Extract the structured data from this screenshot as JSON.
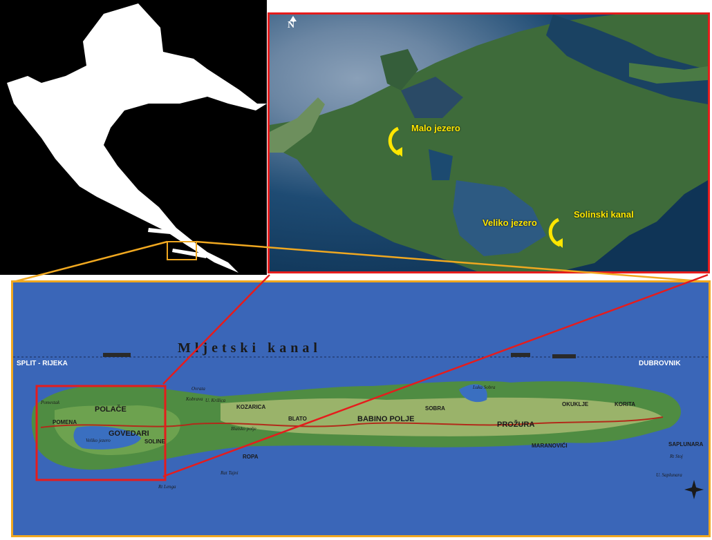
{
  "satellite": {
    "north_label": "N",
    "labels": {
      "malo_jezero": "Malo jezero",
      "veliko_jezero": "Veliko jezero",
      "solinski_kanal": "Solinski kanal"
    }
  },
  "island_map": {
    "channel_title": "Mljetski kanal",
    "routes": {
      "west": "SPLIT - RIJEKA",
      "east": "DUBROVNIK"
    },
    "places": {
      "pomena": "POMENA",
      "polace": "POLAČE",
      "govedari": "GOVEDARI",
      "veliko_jezero": "Veliko jezero",
      "soline": "SOLINE",
      "kozarica": "KOZARICA",
      "blato": "BLATO",
      "blatsko_polje": "Blatsko polje",
      "ropa": "ROPA",
      "babino_polje": "BABINO POLJE",
      "sobra": "SOBRA",
      "prozura": "PROŽURA",
      "maranovici": "MARANOVIĆI",
      "okuklje": "OKUKLJE",
      "korita": "KORITA",
      "saplunara": "SAPLUNARA",
      "pomestak": "Pomestak",
      "ovrata": "Ovrata",
      "kobrava": "Kobrava",
      "u_kriliza": "U. Križica",
      "luka_sobra": "Luka Sobra",
      "rt_lenga": "Rt Lenga",
      "rat_tajan": "Rat Tajni",
      "u_saplunara": "U. Saplunara",
      "rt_stoj": "Rt Stoj"
    }
  },
  "colors": {
    "inset_frame": "#e51c1c",
    "island_frame": "#f0a820",
    "label_yellow": "#ffe600",
    "sea": "#3a66b8"
  }
}
